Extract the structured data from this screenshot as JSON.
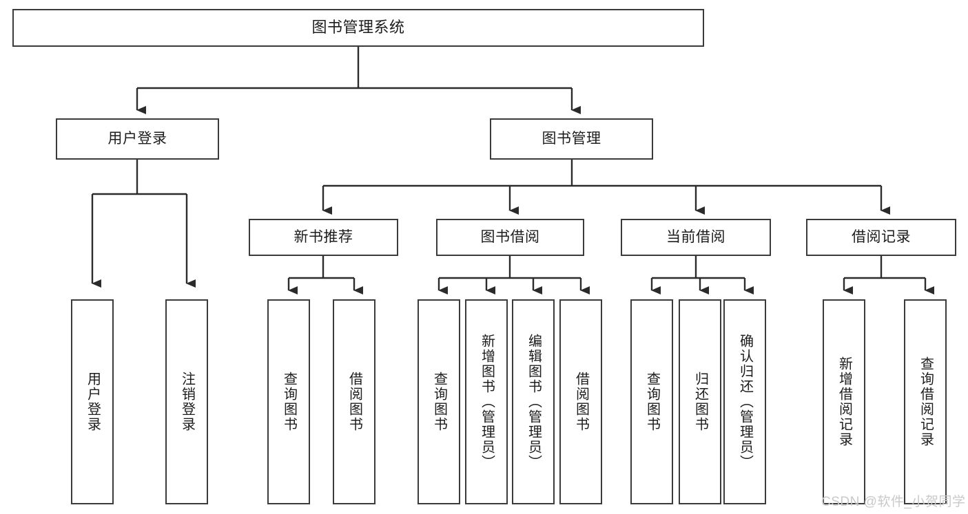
{
  "diagram": {
    "type": "tree-hierarchy",
    "title": "图书管理系统",
    "root": {
      "label": "图书管理系统"
    },
    "level2": [
      {
        "id": "user-login",
        "label": "用户登录"
      },
      {
        "id": "book-management",
        "label": "图书管理"
      }
    ],
    "level3": [
      {
        "id": "new-book-recommend",
        "label": "新书推荐",
        "parent": "book-management"
      },
      {
        "id": "book-borrow",
        "label": "图书借阅",
        "parent": "book-management"
      },
      {
        "id": "current-borrow",
        "label": "当前借阅",
        "parent": "book-management"
      },
      {
        "id": "borrow-record",
        "label": "借阅记录",
        "parent": "book-management"
      }
    ],
    "leaves": [
      {
        "id": "leaf-user-login",
        "label": "用户登录",
        "parent": "user-login"
      },
      {
        "id": "leaf-logout-login",
        "label": "注销登录",
        "parent": "user-login"
      },
      {
        "id": "leaf-query-book-1",
        "label": "查询图书",
        "parent": "new-book-recommend"
      },
      {
        "id": "leaf-borrow-book-1",
        "label": "借阅图书",
        "parent": "new-book-recommend"
      },
      {
        "id": "leaf-query-book-2",
        "label": "查询图书",
        "parent": "book-borrow"
      },
      {
        "id": "leaf-add-book",
        "label": "新增图书（管理员）",
        "parent": "book-borrow"
      },
      {
        "id": "leaf-edit-book",
        "label": "编辑图书（管理员）",
        "parent": "book-borrow"
      },
      {
        "id": "leaf-borrow-book-2",
        "label": "借阅图书",
        "parent": "book-borrow"
      },
      {
        "id": "leaf-query-book-3",
        "label": "查询图书",
        "parent": "current-borrow"
      },
      {
        "id": "leaf-return-book",
        "label": "归还图书",
        "parent": "current-borrow"
      },
      {
        "id": "leaf-confirm-return",
        "label": "确认归还（管理员）",
        "parent": "current-borrow"
      },
      {
        "id": "leaf-add-record",
        "label": "新增借阅记录",
        "parent": "borrow-record"
      },
      {
        "id": "leaf-query-record",
        "label": "查询借阅记录",
        "parent": "borrow-record"
      }
    ],
    "colors": {
      "box_border": "#3a3a3a",
      "box_fill": "#ffffff",
      "connector": "#2b2b2b",
      "text": "#1c1c1c",
      "watermark": "#c9c9c9"
    }
  },
  "watermark": {
    "text": "CSDN @软件_小贺同学"
  }
}
